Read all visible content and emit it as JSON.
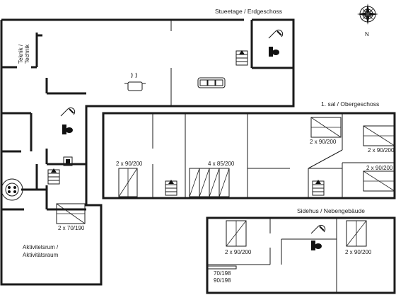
{
  "floors": {
    "ground": "Stueetage / Erdgeschoss",
    "upper": "1. sal / Obergeschoss",
    "annex": "Sidehus / Nebengebäude"
  },
  "rooms": {
    "technik_1": "Teknik /",
    "technik_2": "Technik",
    "activity_1": "Aktivitetsrum /",
    "activity_2": "Aktivitätsraum"
  },
  "beds": {
    "ground_bed": "2 x 70/190",
    "upper_left": "2 x 90/200",
    "upper_middle": "4 x 85/200",
    "upper_right_top_a": "2 x 90/200",
    "upper_right_top_b": "2 x 90/200",
    "upper_right_bottom": "2 x 90/200",
    "annex_left": "2 x 90/200",
    "annex_right": "2 x 90/200",
    "annex_bunk_1": "70/198",
    "annex_bunk_2": "90/198"
  },
  "compass": {
    "north": "N",
    "icon": "compass-rose-icon"
  }
}
